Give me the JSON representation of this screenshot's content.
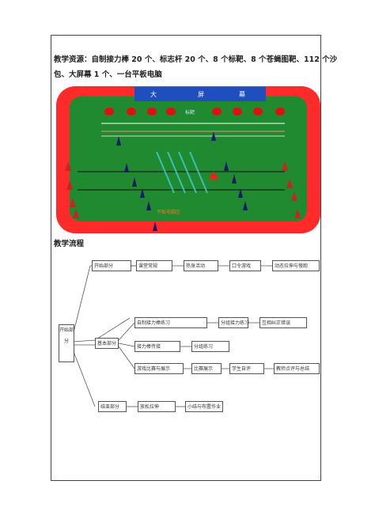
{
  "resources": {
    "line1": "教学资源：自制接力棒 20 个、标志杆 20 个、8 个标靶、8 个苍蝇图靶、112 个沙",
    "line2": "包、大屏幕 1 个、一台平板电脑"
  },
  "field": {
    "banner_chars": [
      "大",
      "屏",
      "幕"
    ],
    "zone_label": "标靶",
    "bottom_label": "平板电脑区",
    "colors": {
      "field": "#ff2a2a",
      "grass": "#1f8a2f",
      "banner": "#1f4fbf",
      "target": "#e01010",
      "star": "#ff1a1a",
      "ladder": "#3fc6c6"
    }
  },
  "flow": {
    "title": "教学流程",
    "root": "开始部分",
    "branch1": [
      "开始部分",
      "课堂常规",
      "热身活动",
      "口令游戏",
      "动态拉伸与慢跑"
    ],
    "branch2_label": "基本部分",
    "branch2_row1": [
      "自制接力棒练习",
      "分组接力练习",
      "互相纠正错误"
    ],
    "branch2_row2": [
      "接力棒传接",
      "分组练习"
    ],
    "branch2_row3": [
      "游戏比赛与展示",
      "比赛展示",
      "学生自评",
      "教师点评与总结"
    ],
    "branch3": [
      "结束部分",
      "放松拉伸",
      "小结与布置作业"
    ]
  }
}
